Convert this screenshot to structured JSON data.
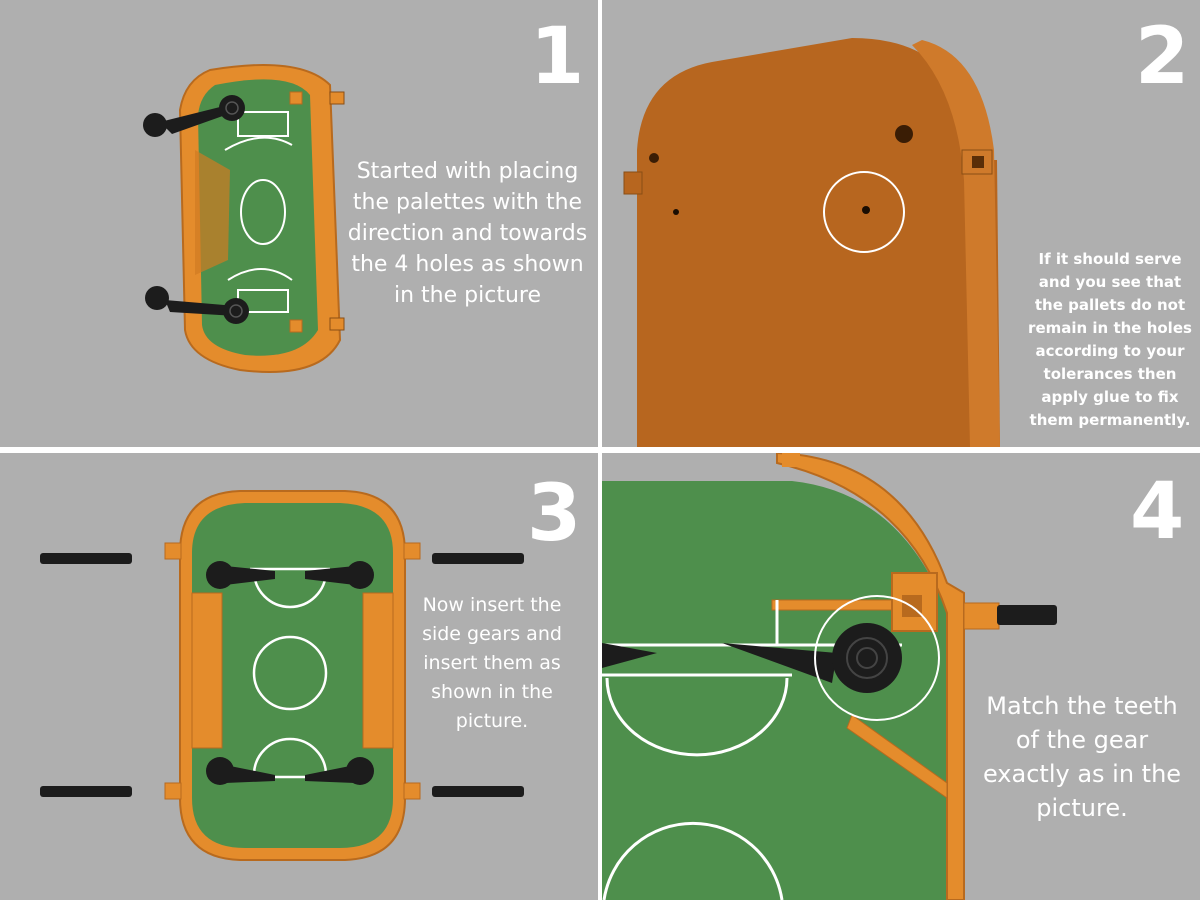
{
  "steps": [
    {
      "number": "1",
      "text": "Started with placing the palettes with the direction and towards the 4 holes as shown in the picture"
    },
    {
      "number": "2",
      "text": "If it should serve and you see that the pallets do not remain in the holes according to your tolerances then apply glue to fix them permanently."
    },
    {
      "number": "3",
      "text": "Now insert the side gears and insert them as shown in the picture."
    },
    {
      "number": "4",
      "text": "Match the teeth of the gear exactly as in the picture."
    }
  ],
  "colors": {
    "background": "#afafaf",
    "orange": "#e48c2c",
    "orange_dark": "#b86a1e",
    "green": "#4e8f4c",
    "black_part": "#1c1c1c",
    "white": "#ffffff"
  }
}
